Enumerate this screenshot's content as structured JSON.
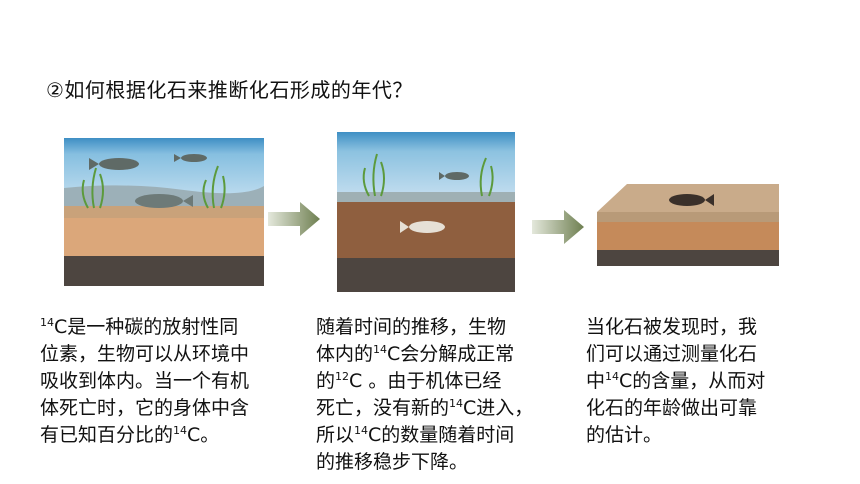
{
  "title": "②如何根据化石来推断化石形成的年代？",
  "text1": [
    "",
    "C是一种碳的放射性同",
    "位素，生物可以从环境中",
    "吸收到体内。当一个有机",
    "体死亡时，它的身体中含",
    "有已知百分比的",
    "C。"
  ],
  "text2": [
    "随着时间的推移，生物",
    "体内的",
    "C会分解成正常",
    "的",
    "C 。由于机体已经",
    "死亡，没有新的",
    "C进入，",
    "所以",
    "C的数量随着时间",
    "的推移稳步下降。"
  ],
  "text3": [
    "当化石被发现时，我",
    "们可以通过测量化石",
    "中",
    "C的含量，从而对",
    "化石的年龄做出可靠",
    "的估计。"
  ],
  "iso14": "14",
  "iso12": "12",
  "colors": {
    "water": "#8fc3dd",
    "sand": "#d9b48c",
    "clay": "#b8865a",
    "dark": "#4a423d",
    "arrow": "#7b8a5c"
  }
}
